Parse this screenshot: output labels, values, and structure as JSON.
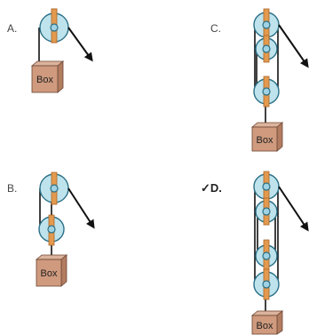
{
  "options": [
    {
      "id": "A",
      "label": "A.",
      "box_label": "Box",
      "correct": false,
      "check_mark": ""
    },
    {
      "id": "B",
      "label": "B.",
      "box_label": "Box",
      "correct": false,
      "check_mark": ""
    },
    {
      "id": "C",
      "label": "C.",
      "box_label": "Box",
      "correct": false,
      "check_mark": ""
    },
    {
      "id": "D",
      "label": "D.",
      "box_label": "Box",
      "correct": true,
      "check_mark": "✓"
    }
  ],
  "colors": {
    "pulley_fill": "#bfe3ec",
    "pulley_stroke": "#2a6f86",
    "strap": "#e39a4e",
    "box_fill": "#cf9a7e",
    "box_top": "#dcb39c",
    "box_side": "#b27c60",
    "rope": "#111111"
  }
}
